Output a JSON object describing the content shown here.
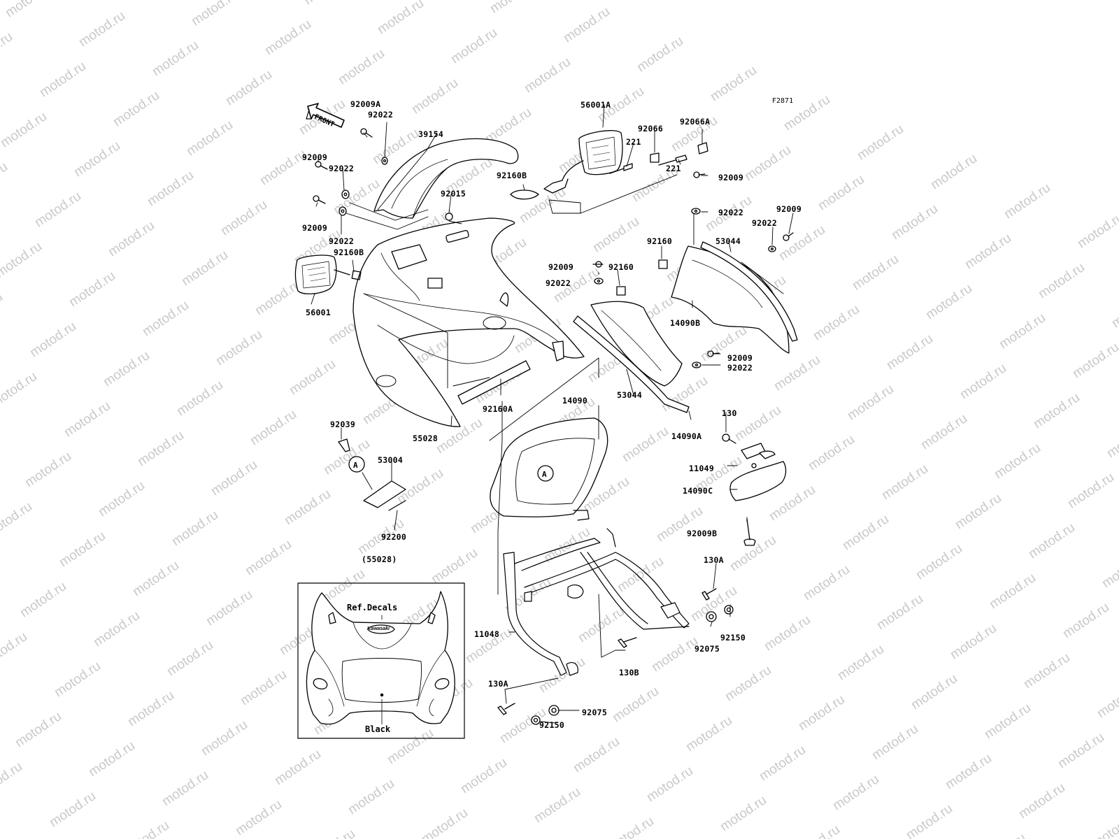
{
  "figure_code": "F2871",
  "front_arrow_label": "FRONT",
  "watermark": "motod.ru",
  "ref_marker": "A",
  "parts": [
    {
      "id": "p01",
      "number": "92009A"
    },
    {
      "id": "p02",
      "number": "92022"
    },
    {
      "id": "p03",
      "number": "39154"
    },
    {
      "id": "p04",
      "number": "92009"
    },
    {
      "id": "p05",
      "number": "92022"
    },
    {
      "id": "p06",
      "number": "92009"
    },
    {
      "id": "p07",
      "number": "92022"
    },
    {
      "id": "p08",
      "number": "92015"
    },
    {
      "id": "p09",
      "number": "92160B"
    },
    {
      "id": "p10",
      "number": "56001"
    },
    {
      "id": "p11",
      "number": "56001A"
    },
    {
      "id": "p12",
      "number": "92066"
    },
    {
      "id": "p13",
      "number": "92066A"
    },
    {
      "id": "p14",
      "number": "221"
    },
    {
      "id": "p15",
      "number": "221"
    },
    {
      "id": "p16",
      "number": "92160B"
    },
    {
      "id": "p17",
      "number": "92009"
    },
    {
      "id": "p18",
      "number": "92022"
    },
    {
      "id": "p19",
      "number": "92009"
    },
    {
      "id": "p20",
      "number": "92022"
    },
    {
      "id": "p21",
      "number": "92160"
    },
    {
      "id": "p22",
      "number": "53044"
    },
    {
      "id": "p23",
      "number": "92009"
    },
    {
      "id": "p24",
      "number": "92160"
    },
    {
      "id": "p25",
      "number": "92022"
    },
    {
      "id": "p26",
      "number": "14090B"
    },
    {
      "id": "p27",
      "number": "92009"
    },
    {
      "id": "p28",
      "number": "92022"
    },
    {
      "id": "p29",
      "number": "53044"
    },
    {
      "id": "p30",
      "number": "14090A"
    },
    {
      "id": "p31",
      "number": "92160A"
    },
    {
      "id": "p32",
      "number": "55028"
    },
    {
      "id": "p33",
      "number": "14090"
    },
    {
      "id": "p34",
      "number": "92039"
    },
    {
      "id": "p35",
      "number": "53004"
    },
    {
      "id": "p36",
      "number": "92200"
    },
    {
      "id": "p37",
      "number": "130"
    },
    {
      "id": "p38",
      "number": "11049"
    },
    {
      "id": "p39",
      "number": "14090C"
    },
    {
      "id": "p40",
      "number": "92009B"
    },
    {
      "id": "p41",
      "number": "130A"
    },
    {
      "id": "p42",
      "number": "92150"
    },
    {
      "id": "p43",
      "number": "92075"
    },
    {
      "id": "p44",
      "number": "11048"
    },
    {
      "id": "p45",
      "number": "130B"
    },
    {
      "id": "p46",
      "number": "130A"
    },
    {
      "id": "p47",
      "number": "92075"
    },
    {
      "id": "p48",
      "number": "92150"
    },
    {
      "id": "p49",
      "number": "(55028)"
    }
  ],
  "inset": {
    "ref_decals": "Ref.Decals",
    "black": "Black",
    "brand": "Kawasaki"
  }
}
